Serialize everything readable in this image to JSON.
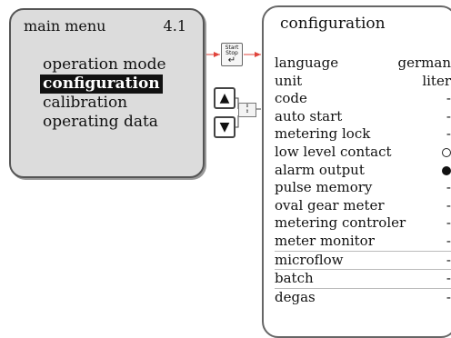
{
  "main_menu": {
    "title": "main menu",
    "code": "4.1",
    "items": [
      {
        "label": "operation mode",
        "active": false
      },
      {
        "label": "configuration",
        "active": true
      },
      {
        "label": "calibration",
        "active": false
      },
      {
        "label": "operating data",
        "active": false
      }
    ]
  },
  "controls": {
    "enter_line1": "Start",
    "enter_line2": "Stop",
    "enter_symbol": "↵",
    "up_symbol": "▲",
    "down_symbol": "▼",
    "scroll_line1": "⇕",
    "scroll_line2": "⇕"
  },
  "colors": {
    "arrow_red": "#e0443c",
    "active_bg": "#111111"
  },
  "configuration": {
    "title": "configuration",
    "items": [
      {
        "label": "language",
        "value": "german"
      },
      {
        "label": "unit",
        "value": "liter"
      },
      {
        "label": "code",
        "value": "-"
      },
      {
        "label": "auto start",
        "value": "-"
      },
      {
        "label": "metering lock",
        "value": "-"
      },
      {
        "label": "low level contact",
        "value": "",
        "indicator": "empty-circle"
      },
      {
        "label": "alarm output",
        "value": "",
        "indicator": "filled-circle"
      },
      {
        "label": "pulse memory",
        "value": "-"
      },
      {
        "label": "oval gear meter",
        "value": "-"
      },
      {
        "label": "metering controler",
        "value": "-"
      },
      {
        "label": "meter monitor",
        "value": "-"
      },
      {
        "label": "microflow",
        "value": "-"
      },
      {
        "label": "batch",
        "value": "-"
      },
      {
        "label": "degas",
        "value": "-"
      }
    ]
  }
}
